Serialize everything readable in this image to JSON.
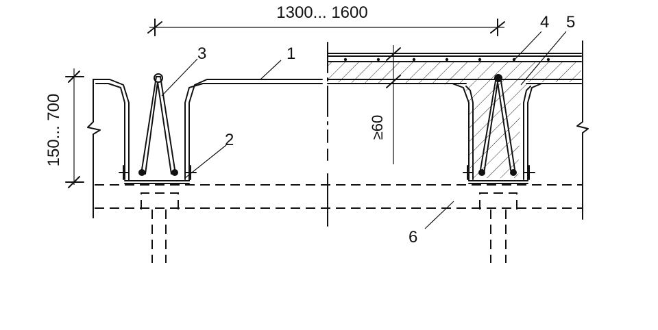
{
  "dimensions": {
    "span": "1300... 1600",
    "height": "150... 700",
    "topping": "≥60"
  },
  "callouts": {
    "c1": "1",
    "c2": "2",
    "c3": "3",
    "c4": "4",
    "c5": "5",
    "c6": "6"
  },
  "colors": {
    "ink": "#111111",
    "background": "#ffffff"
  }
}
